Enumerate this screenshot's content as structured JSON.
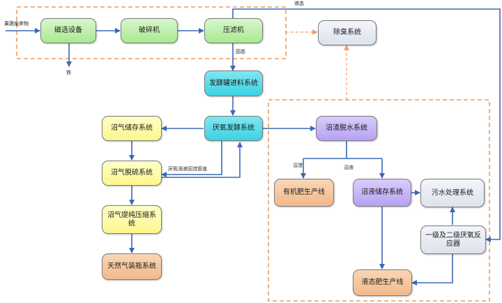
{
  "nodes": {
    "magnetic": "磁选设备",
    "crusher": "破碎机",
    "press": "压滤机",
    "deodor": "除臭系统",
    "feed": "发酵罐进料系统",
    "anaerobic": "厌氧发酵系统",
    "biogas_storage": "沼气储存系统",
    "desulf": "沼气脱硫系统",
    "purify": "沼气提纯压缩系统",
    "cng": "天然气装瓶系统",
    "dewater": "沼渣脱水系统",
    "organic": "有机肥生产线",
    "slurry_storage": "沼液储存系统",
    "wastewater": "污水处理系统",
    "reactor": "一级及二级厌氧反应器",
    "liquid_fert": "液态肥生产线"
  },
  "labels": {
    "input": "果蔬废弃物",
    "iron": "铁",
    "liquid_top": "液态",
    "solid": "固态",
    "residue": "沼渣",
    "slurry": "沼液",
    "reflux": "厌氧消液回流管道"
  },
  "colors": {
    "arrow": "#3a68b4",
    "dashed": "#e8863a",
    "dotted_arrow": "#f0a26a"
  }
}
